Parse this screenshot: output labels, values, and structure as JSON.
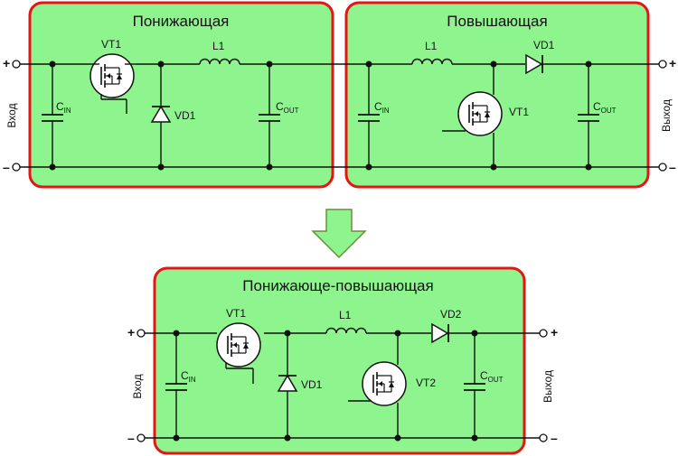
{
  "colors": {
    "panel_fill": "#8ef58e",
    "panel_border": "#e51515",
    "arrow_fill": "#8ef58e",
    "arrow_border": "#6a8e3a",
    "line": "#111111"
  },
  "buck": {
    "title": "Понижающая",
    "vt": "VT1",
    "l": "L1",
    "vd": "VD1",
    "cin": "C",
    "cin_sub": "IN",
    "cout": "C",
    "cout_sub": "OUT"
  },
  "boost": {
    "title": "Повышающая",
    "vt": "VT1",
    "l": "L1",
    "vd": "VD1",
    "cin": "C",
    "cin_sub": "IN",
    "cout": "C",
    "cout_sub": "OUT"
  },
  "buckboost": {
    "title": "Понижающе-повышающая",
    "vt1": "VT1",
    "vt2": "VT2",
    "l": "L1",
    "vd1": "VD1",
    "vd2": "VD2",
    "cin": "C",
    "cin_sub": "IN",
    "cout": "C",
    "cout_sub": "OUT"
  },
  "io": {
    "input": "Вход",
    "output": "Выход",
    "plus": "+",
    "minus": "–"
  }
}
